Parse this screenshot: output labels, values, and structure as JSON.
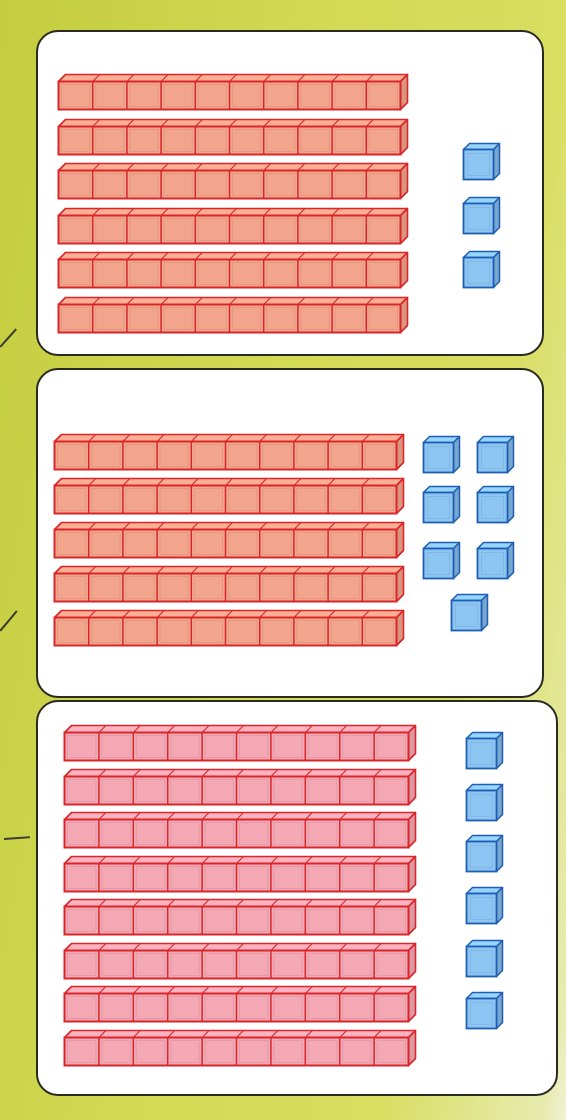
{
  "panels": [
    {
      "id": "panel-1",
      "tens": 6,
      "ones": 3
    },
    {
      "id": "panel-2",
      "tens": 5,
      "ones": 7
    },
    {
      "id": "panel-3",
      "tens": 8,
      "ones": 6
    }
  ],
  "colors": {
    "background": "#ccd548",
    "panel": "#ffffff",
    "tens_fill_panels_1_2": "#f2a58c",
    "tens_fill_panel_3": "#f3a8b4",
    "tens_outline": "#d8262a",
    "ones_fill": "#8cc4f2",
    "ones_outline": "#1e5fb4"
  }
}
